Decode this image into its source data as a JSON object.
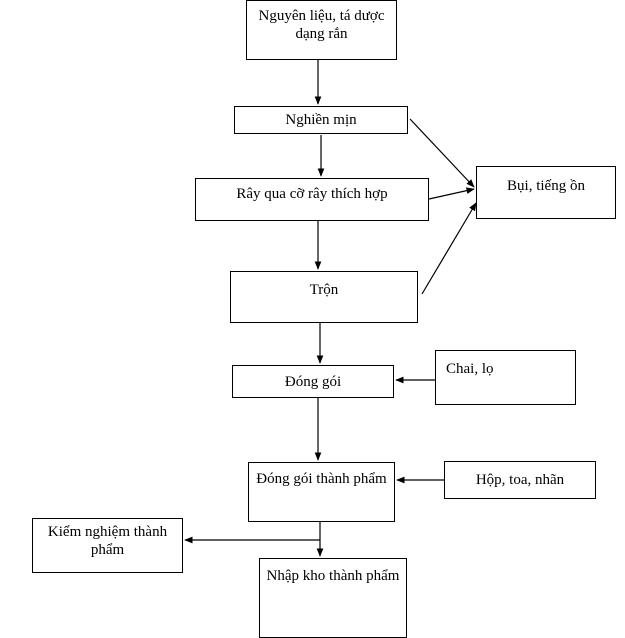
{
  "chart_data": {
    "type": "flowchart",
    "nodes": [
      {
        "id": "raw",
        "label": "Nguyên liệu, tá dược dạng rắn"
      },
      {
        "id": "grind",
        "label": "Nghiền mịn"
      },
      {
        "id": "sieve",
        "label": "Rây qua cỡ rây thích hợp"
      },
      {
        "id": "mix",
        "label": "Trộn"
      },
      {
        "id": "pack",
        "label": "Đóng gói"
      },
      {
        "id": "final_pack",
        "label": "Đóng gói thành phẩm"
      },
      {
        "id": "store",
        "label": "Nhập kho thành phẩm"
      },
      {
        "id": "dust",
        "label": "Bụi, tiếng ồn"
      },
      {
        "id": "bottle",
        "label": "Chai, lọ"
      },
      {
        "id": "boxlabel",
        "label": "Hộp, toa, nhãn"
      },
      {
        "id": "qc",
        "label": "Kiểm nghiệm thành phẩm"
      }
    ],
    "edges": [
      {
        "from": "raw",
        "to": "grind"
      },
      {
        "from": "grind",
        "to": "sieve"
      },
      {
        "from": "sieve",
        "to": "mix"
      },
      {
        "from": "mix",
        "to": "pack"
      },
      {
        "from": "pack",
        "to": "final_pack"
      },
      {
        "from": "final_pack",
        "to": "store"
      },
      {
        "from": "grind",
        "to": "dust"
      },
      {
        "from": "sieve",
        "to": "dust"
      },
      {
        "from": "mix",
        "to": "dust"
      },
      {
        "from": "bottle",
        "to": "pack"
      },
      {
        "from": "boxlabel",
        "to": "final_pack"
      },
      {
        "from": "final_pack",
        "to": "qc"
      }
    ]
  }
}
